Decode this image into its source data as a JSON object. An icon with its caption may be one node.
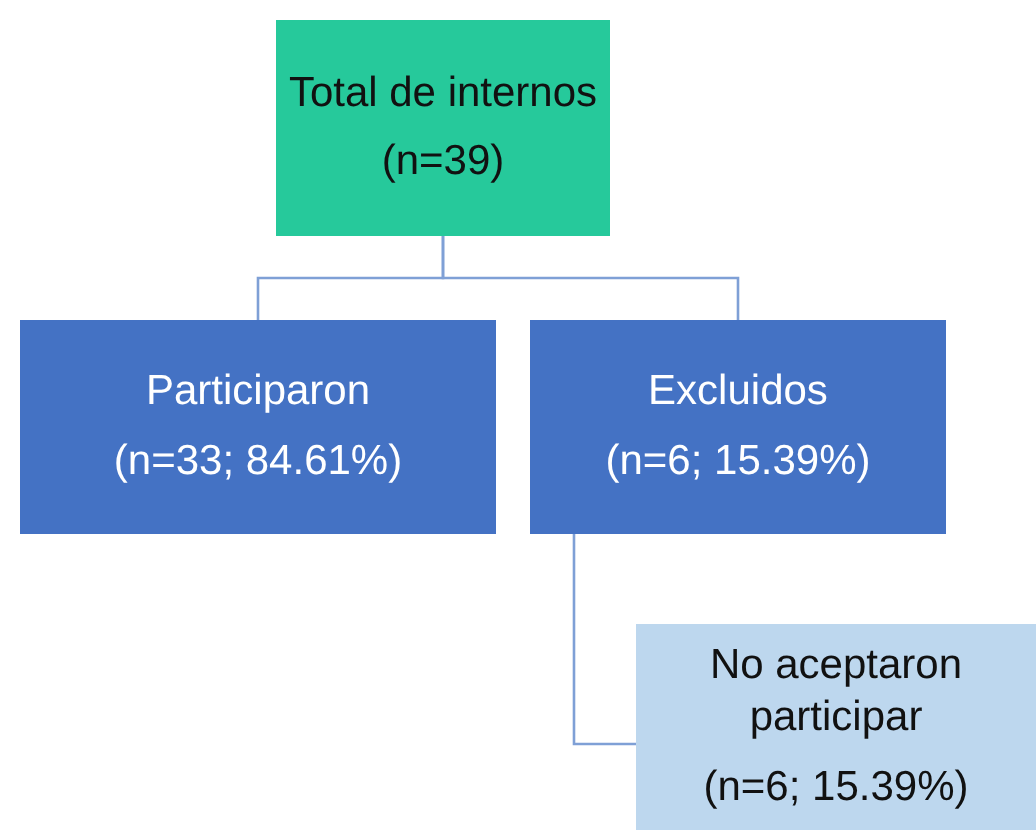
{
  "diagram": {
    "nodes": [
      {
        "text": [
          "Total de internos",
          "(n=39)"
        ]
      },
      {
        "text": [
          "Participaron",
          "(n=33; 84.61%)"
        ]
      },
      {
        "text": [
          "Excluidos",
          "(n=6; 15.39%)"
        ]
      },
      {
        "text": [
          "No aceptaron participar",
          "(n=6; 15.39%)"
        ]
      }
    ],
    "edges": [
      {
        "from": 0,
        "to": 1,
        "arrow": "none"
      },
      {
        "from": 0,
        "to": 2,
        "arrow": "none"
      },
      {
        "from": 2,
        "to": 3,
        "arrow": "none"
      }
    ]
  }
}
